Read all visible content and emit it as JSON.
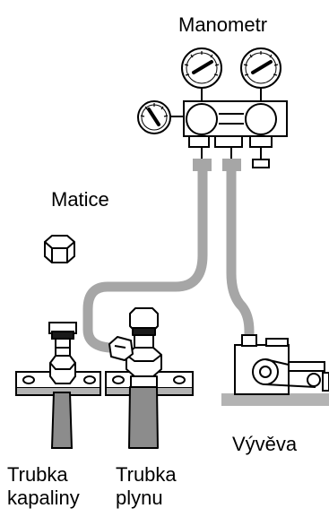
{
  "labels": {
    "manometr": "Manometr",
    "matice": "Matice",
    "vyveva": "Vývěva",
    "trubka_kapaliny_line1": "Trubka",
    "trubka_kapaliny_line2": "kapaliny",
    "trubka_plynu_line1": "Trubka",
    "trubka_plynu_line2": "plynu"
  },
  "colors": {
    "hose": "#a6a6a6",
    "outline": "#000000",
    "fill": "#ffffff",
    "base": "#b3b3b3",
    "pipe": "#8c8c8c",
    "dark": "#1a1a1a"
  },
  "icons": {
    "gauge": "pressure-gauge-icon",
    "nut": "hex-nut-icon",
    "pump": "vacuum-pump-icon"
  }
}
